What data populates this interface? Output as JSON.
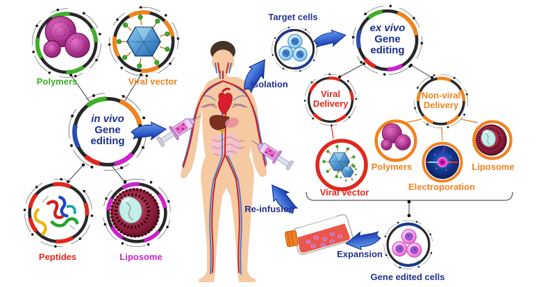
{
  "figure": {
    "type": "gene-therapy workflow diagram",
    "left_panel": {
      "hub_italic": "in vivo",
      "hub_rest": "Gene editing",
      "polymers_label": "Polymers",
      "viral_vector_label": "Viral vector",
      "peptides_label": "Peptides",
      "liposome_label": "Liposome"
    },
    "center": {
      "target_cells_label": "Target cells",
      "isolation_label": "Isolation",
      "reinfusion_label": "Re-infusion"
    },
    "right_panel": {
      "hub_italic": "ex vivo",
      "hub_rest": "Gene editing",
      "viral_delivery_label": "Viral Delivery",
      "nonviral_delivery_label": "Non-viral Delivery",
      "viral_vector_label": "Viral vector",
      "polymers_label": "Polymers",
      "electroporation_label": "Electroporation",
      "liposome_label": "Liposome",
      "expansion_label": "Expansion",
      "gene_edited_cells_label": "Gene edited cells"
    },
    "icons": [
      "human-body-icon",
      "syringe-icon",
      "culture-flask-icon",
      "polymer-nanoparticle-icon",
      "viral-capsid-icon",
      "peptide-ribbon-icon",
      "liposome-icon",
      "cell-cluster-icon",
      "electroporation-icon",
      "plasmid-ring-icon",
      "flow-arrow-icon"
    ],
    "colors": {
      "navy_text": "#24318f",
      "green": "#3fae2a",
      "orange": "#f0821f",
      "red": "#e3261d",
      "magenta": "#cc22cc",
      "ring_black": "#282828",
      "ring_navy": "#1e3a8c",
      "arrow_blue": "#2a5fd7",
      "skin": "#f5c9a2",
      "artery_red": "#cf1f1f",
      "vein_blue": "#4272c8"
    }
  }
}
